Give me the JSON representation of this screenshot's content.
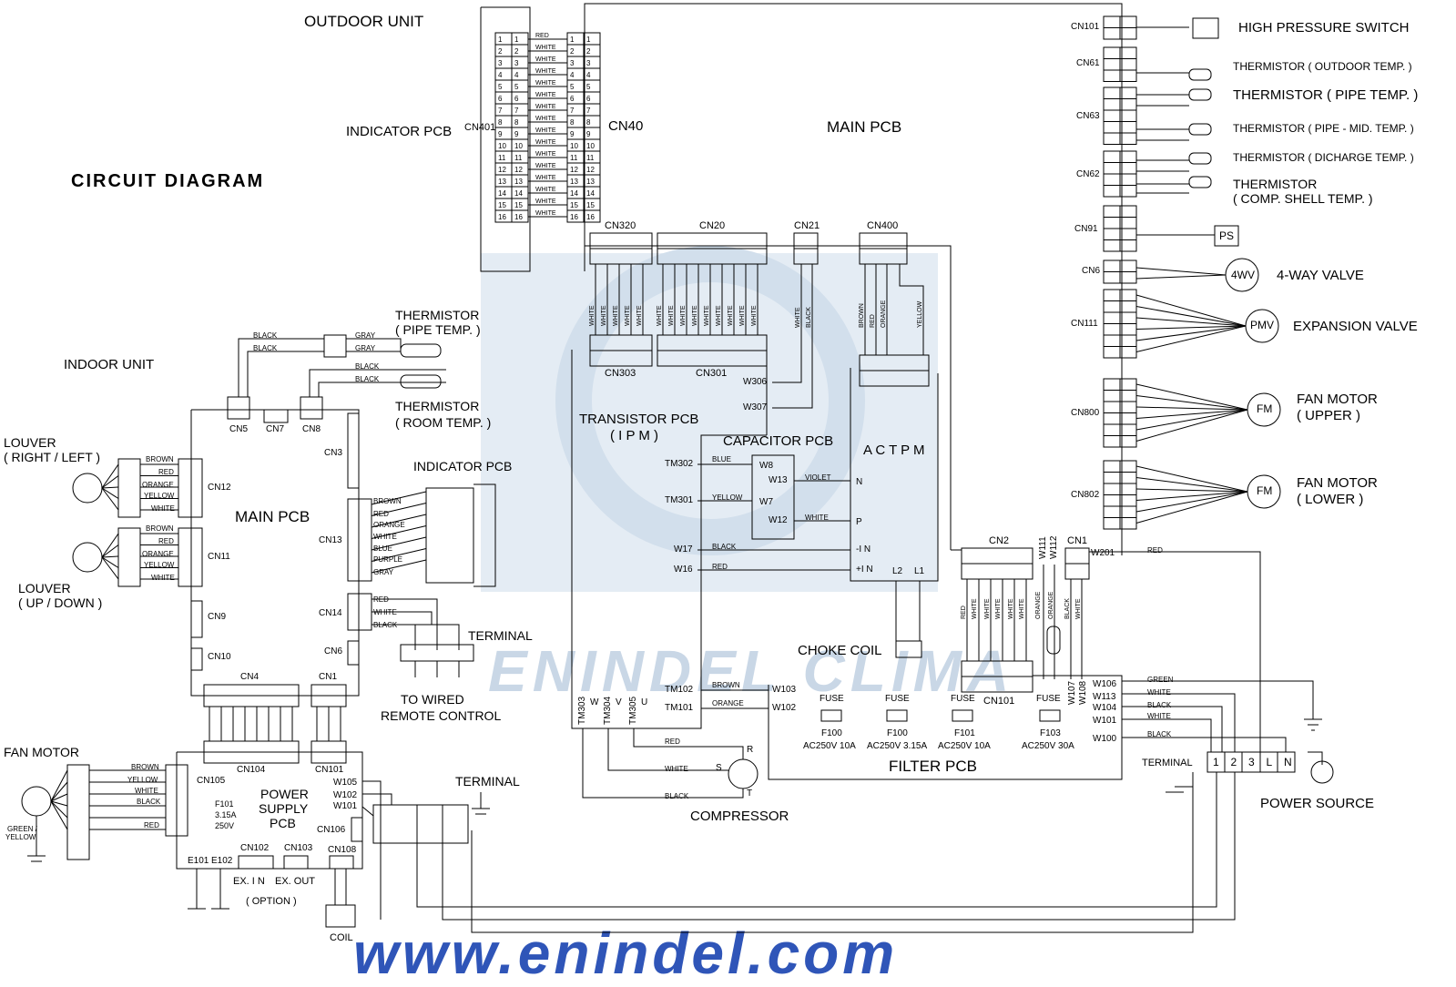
{
  "title": "CIRCUIT DIAGRAM",
  "watermark": {
    "brand": "ENINDEL CLIMA",
    "url": "www.enindel.com",
    "color": "#2f55b8"
  },
  "outdoor": {
    "unit_label": "OUTDOOR UNIT",
    "main_pcb": "MAIN PCB",
    "indicator_pcb": "INDICATOR PCB",
    "cn401": "CN401",
    "cn40": "CN40",
    "cn40_wires": [
      "RED",
      "WHITE",
      "WHITE",
      "WHITE",
      "WHITE",
      "WHITE",
      "WHITE",
      "WHITE",
      "WHITE",
      "WHITE",
      "WHITE",
      "WHITE",
      "WHITE",
      "WHITE",
      "WHITE",
      "WHITE"
    ],
    "cn320": "CN320",
    "cn20": "CN20",
    "cn21": "CN21",
    "cn400": "CN400",
    "cn303": "CN303",
    "cn301": "CN301",
    "transistor_pcb": "TRANSISTOR PCB",
    "ipm": "( I P M )",
    "capacitor_pcb": "CAPACITOR PCB",
    "actpm": "A C T P M",
    "choke_coil": "CHOKE COIL",
    "compressor": "COMPRESSOR",
    "filter_pcb": "FILTER PCB",
    "terminal": "TERMINAL",
    "power_source": "POWER SOURCE",
    "tb_labels": [
      "1",
      "2",
      "3",
      "L",
      "N"
    ],
    "right_items": [
      {
        "cn": "CN101",
        "label": "HIGH PRESSURE SWITCH"
      },
      {
        "cn": "CN61",
        "label": "THERMISTOR ( OUTDOOR TEMP. )"
      },
      {
        "cn": "",
        "label": "THERMISTOR ( PIPE TEMP. )"
      },
      {
        "cn": "CN63",
        "label": "THERMISTOR ( PIPE - MID. TEMP. )"
      },
      {
        "cn": "",
        "label": "THERMISTOR ( DICHARGE TEMP. )"
      },
      {
        "cn": "CN62",
        "label": "THERMISTOR"
      },
      {
        "cn": "",
        "label": "( COMP. SHELL TEMP. )"
      },
      {
        "cn": "CN91",
        "label": "PS"
      },
      {
        "cn": "CN6",
        "label": "4-WAY VALVE",
        "symbol": "4WV"
      },
      {
        "cn": "CN111",
        "label": "EXPANSION VALVE",
        "symbol": "PMV"
      },
      {
        "cn": "CN800",
        "label": "FAN MOTOR",
        "sub": "( UPPER )",
        "symbol": "FM"
      },
      {
        "cn": "CN802",
        "label": "FAN MOTOR",
        "sub": "( LOWER )",
        "symbol": "FM"
      }
    ],
    "fuses": [
      {
        "name": "F100",
        "rating": "AC250V  10A"
      },
      {
        "name": "F100",
        "rating": "AC250V  3.15A"
      },
      {
        "name": "F101",
        "rating": "AC250V  10A"
      },
      {
        "name": "F103",
        "rating": "AC250V  30A"
      }
    ],
    "fuse_label": "FUSE",
    "terminals_w": [
      "W306",
      "W307",
      "TM302",
      "TM301",
      "W17",
      "W16",
      "TM102",
      "TM101",
      "W8",
      "W13",
      "W7",
      "W12",
      "W103",
      "W102",
      "W106",
      "W113",
      "W104",
      "W101",
      "W100",
      "W201",
      "W111",
      "W112",
      "W107",
      "W108"
    ],
    "cn2": "CN2",
    "cn1": "CN1",
    "cn101b": "CN101",
    "ipm_terms": [
      "TM303",
      "TM304",
      "TM305"
    ],
    "uvw": [
      "W",
      "V",
      "U"
    ],
    "comp_terms": [
      "R",
      "S",
      "T"
    ],
    "actpm_terms": [
      "N",
      "P",
      "-I N",
      "+I N"
    ],
    "choke_terms": [
      "L2",
      "L1"
    ],
    "wire_colors": {
      "red": "RED",
      "white": "WHITE",
      "black": "BLACK",
      "blue": "BLUE",
      "yellow": "YELLOW",
      "orange": "ORANGE",
      "brown": "BROWN",
      "violet": "VIOLET",
      "green": "GREEN",
      "blacl": "BLACL"
    }
  },
  "indoor": {
    "unit_label": "INDOOR UNIT",
    "main_pcb": "MAIN PCB",
    "indicator_pcb": "INDICATOR PCB",
    "power_supply_pcb": [
      "POWER",
      "SUPPLY",
      "PCB"
    ],
    "louver_rl": [
      "LOUVER",
      "( RIGHT / LEFT )"
    ],
    "louver_ud": [
      "LOUVER",
      "( UP / DOWN )"
    ],
    "fan_motor": "FAN MOTOR",
    "green_yellow": [
      "GREEN /",
      "YELLOW"
    ],
    "thermistor_pipe": [
      "THERMISTOR",
      "( PIPE TEMP. )"
    ],
    "thermistor_room": [
      "THERMISTOR",
      "( ROOM TEMP. )"
    ],
    "terminal": "TERMINAL",
    "wired_remote": [
      "TO WIRED",
      "REMOTE CONTROL"
    ],
    "coil": "COIL",
    "option": [
      "EX. I N",
      "EX. OUT",
      "( OPTION )"
    ],
    "fuse": [
      "F101",
      "3.15A",
      "250V"
    ],
    "connectors": [
      "CN5",
      "CN7",
      "CN8",
      "CN3",
      "CN12",
      "CN11",
      "CN13",
      "CN14",
      "CN6",
      "CN9",
      "CN10",
      "CN4",
      "CN1",
      "CN104",
      "CN101",
      "CN105",
      "CN106",
      "CN102",
      "CN103",
      "CN108",
      "E101",
      "E102",
      "W105",
      "W102",
      "W101"
    ]
  }
}
